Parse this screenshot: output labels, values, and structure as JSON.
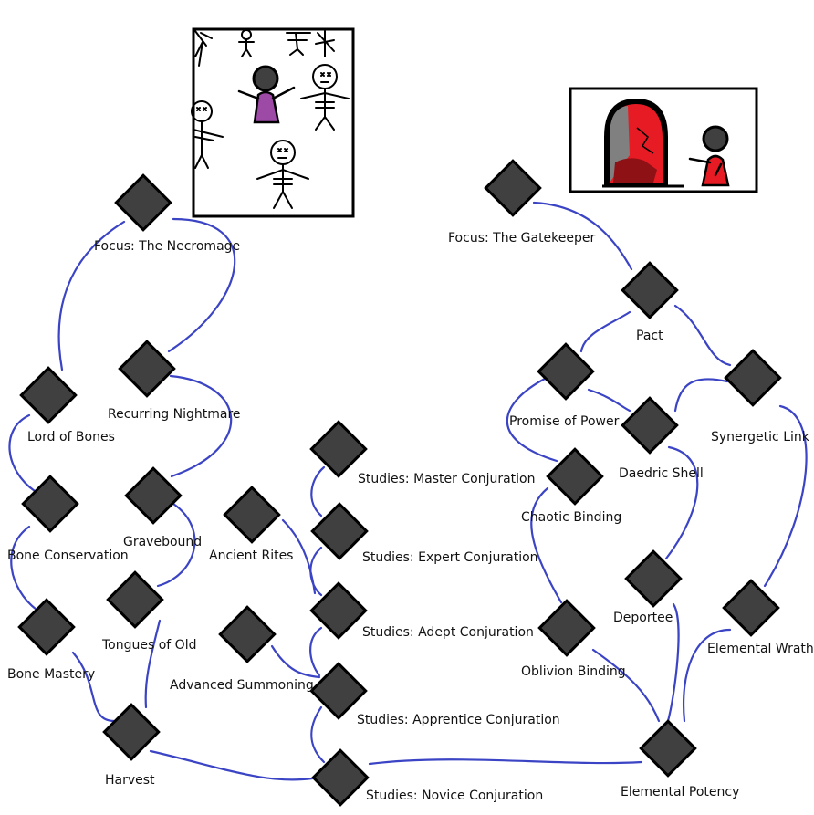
{
  "colors": {
    "edge": "#3b44c4",
    "node_fill": "#404040",
    "node_stroke": "#000000",
    "label": "#111111",
    "necromage_robe": "#9c4aa6",
    "gate_red": "#e61b23",
    "gate_darkred": "#8e1116",
    "gate_gray": "#808080"
  },
  "illustrations": {
    "necromage": {
      "icon": "necromage-illustration"
    },
    "gatekeeper": {
      "icon": "gatekeeper-portal-illustration"
    }
  },
  "perks": [
    {
      "id": "focus-necromage",
      "label": "Focus: The Necromage"
    },
    {
      "id": "recurring-nightmare",
      "label": "Recurring Nightmare"
    },
    {
      "id": "lord-of-bones",
      "label": "Lord of Bones"
    },
    {
      "id": "bone-conservation",
      "label": "Bone Conservation"
    },
    {
      "id": "gravebound",
      "label": "Gravebound"
    },
    {
      "id": "bone-mastery",
      "label": "Bone Mastery"
    },
    {
      "id": "tongues-of-old",
      "label": "Tongues of Old"
    },
    {
      "id": "harvest",
      "label": "Harvest"
    },
    {
      "id": "ancient-rites",
      "label": "Ancient Rites"
    },
    {
      "id": "advanced-summoning",
      "label": "Advanced Summoning"
    },
    {
      "id": "studies-master",
      "label": "Studies: Master Conjuration"
    },
    {
      "id": "studies-expert",
      "label": "Studies: Expert Conjuration"
    },
    {
      "id": "studies-adept",
      "label": "Studies: Adept Conjuration"
    },
    {
      "id": "studies-apprentice",
      "label": "Studies: Apprentice Conjuration"
    },
    {
      "id": "studies-novice",
      "label": "Studies: Novice Conjuration"
    },
    {
      "id": "focus-gatekeeper",
      "label": "Focus: The Gatekeeper"
    },
    {
      "id": "pact",
      "label": "Pact"
    },
    {
      "id": "promise-of-power",
      "label": "Promise of Power"
    },
    {
      "id": "synergetic-link",
      "label": "Synergetic Link"
    },
    {
      "id": "daedric-shell",
      "label": "Daedric Shell"
    },
    {
      "id": "chaotic-binding",
      "label": "Chaotic Binding"
    },
    {
      "id": "deportee",
      "label": "Deportee"
    },
    {
      "id": "elemental-wrath",
      "label": "Elemental Wrath"
    },
    {
      "id": "oblivion-binding",
      "label": "Oblivion Binding"
    },
    {
      "id": "elemental-potency",
      "label": "Elemental Potency"
    }
  ]
}
